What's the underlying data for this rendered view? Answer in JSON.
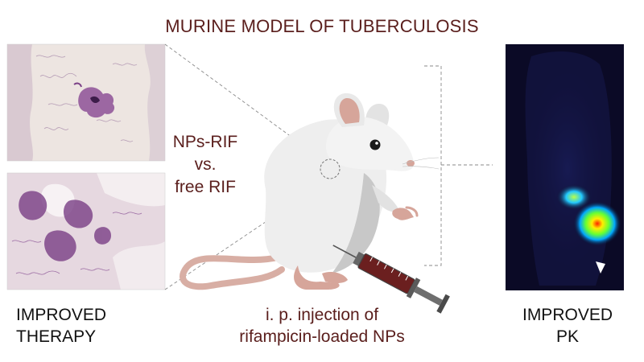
{
  "title": "MURINE MODEL OF TUBERCULOSIS",
  "comparison": {
    "line1": "NPs-RIF",
    "line2": "vs.",
    "line3": "free RIF"
  },
  "captions": {
    "therapy_line1": "IMPROVED",
    "therapy_line2": "THERAPY",
    "injection_line1": "i. p. injection of",
    "injection_line2": "rifampicin-loaded NPs",
    "pk_line1": "IMPROVED",
    "pk_line2": "PK"
  },
  "colors": {
    "title_text": "#5a1e1c",
    "mouse_body": "#eeeeee",
    "mouse_ear_inner": "#d6a59a",
    "mouse_tail": "#d8aea4",
    "histology_bg": "#ece2de",
    "histology_stain": "#7a3f86",
    "syringe_liquid": "#6b1f1f",
    "imaging_bg": "#0b0a26"
  },
  "icons": [
    "mouse-illustration",
    "syringe-icon",
    "lung-histology-panel",
    "in-vivo-imaging-panel",
    "magnifier-circle"
  ]
}
